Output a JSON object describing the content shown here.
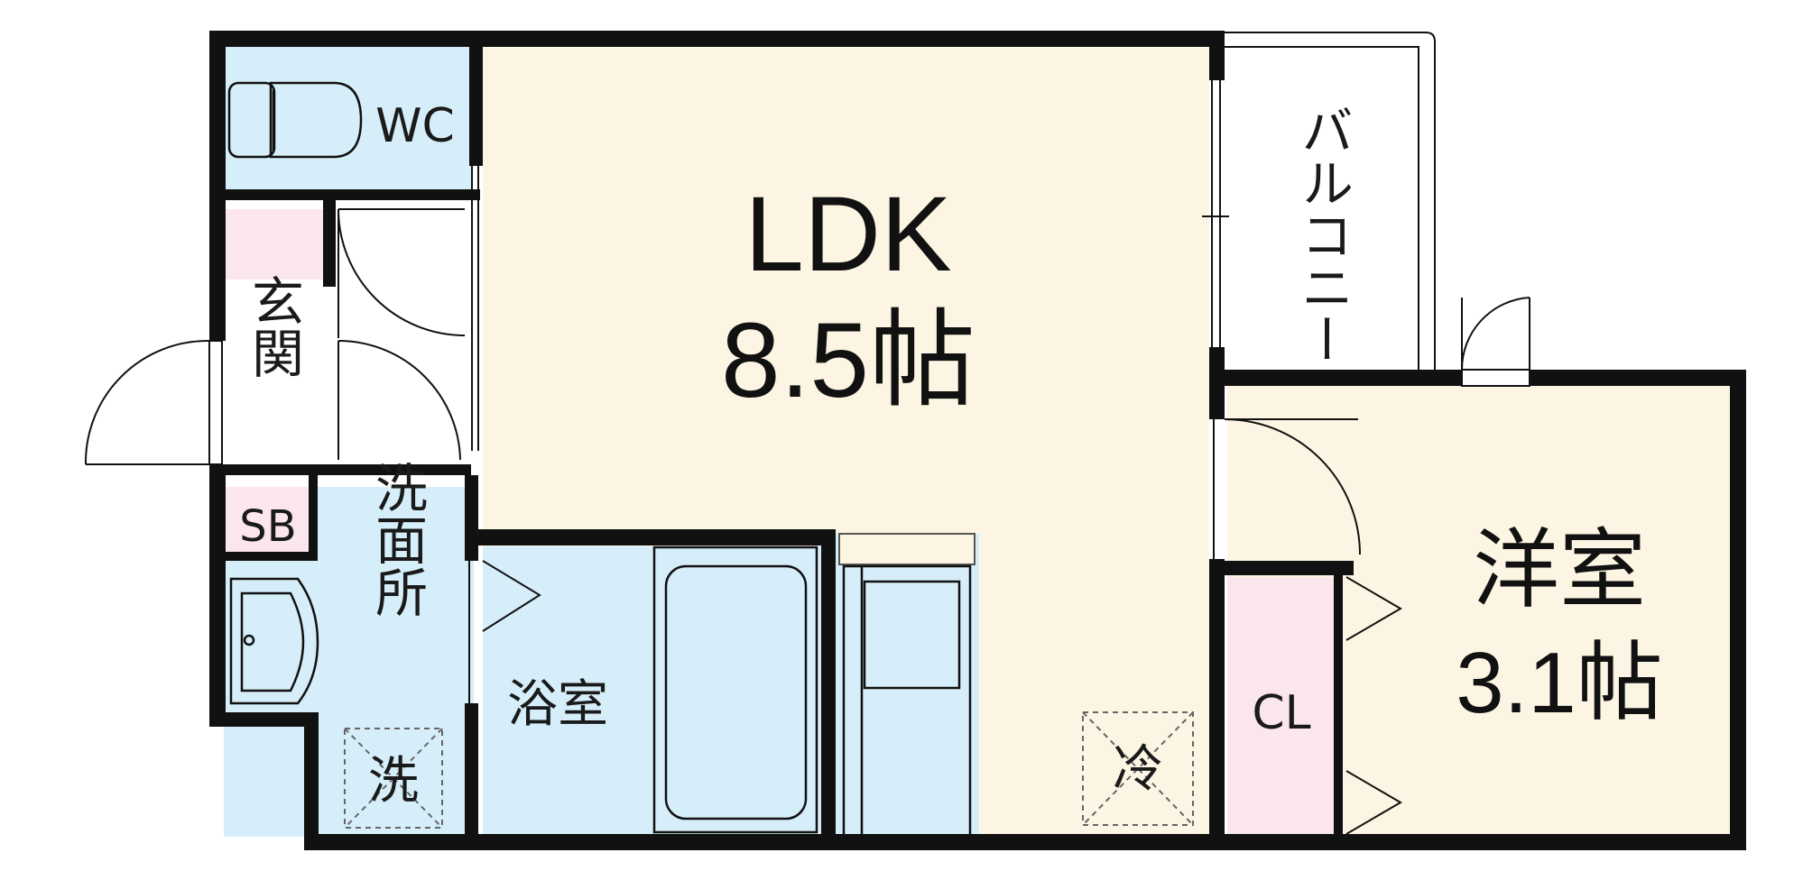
{
  "floor_plan": {
    "rooms": {
      "ldk": {
        "name": "LDK",
        "size": "8.5帖"
      },
      "western": {
        "name": "洋室",
        "size": "3.1帖"
      },
      "bath": {
        "name": "浴室"
      },
      "wc": {
        "name": "WC"
      },
      "washroom": {
        "name": "洗面所"
      },
      "entrance": {
        "name": "玄関"
      },
      "balcony": {
        "name": "バルコニー"
      },
      "closet": {
        "name": "CL"
      },
      "shoe_box": {
        "name": "SB"
      },
      "washer_space": {
        "name": "洗"
      },
      "fridge_space": {
        "name": "冷"
      }
    },
    "colors": {
      "ldk_floor": "#fdf5e3",
      "wet_area": "#d5eef9",
      "storage": "#fce6ee",
      "wall": "#111111"
    }
  }
}
